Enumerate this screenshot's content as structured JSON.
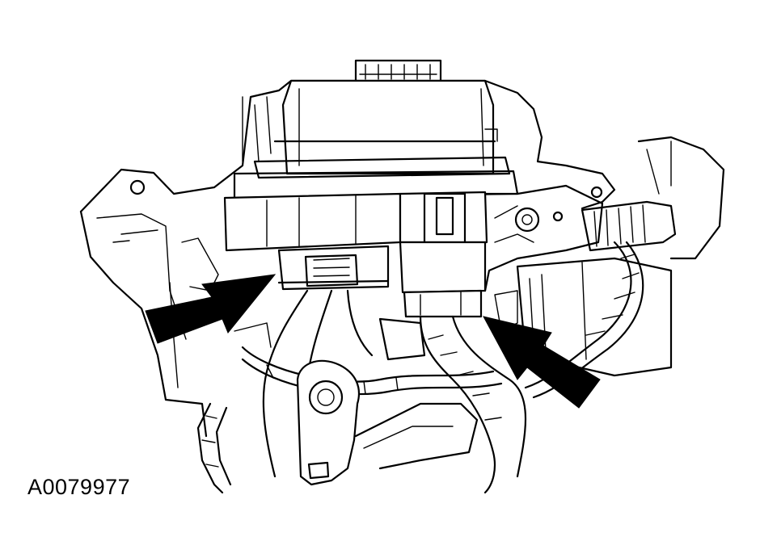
{
  "figure": {
    "id_label": "A0079977",
    "line_color": "#000000",
    "background": "#ffffff"
  },
  "callouts": [
    {
      "name": "left-connector-arrow",
      "points_to": "left-electrical-connector"
    },
    {
      "name": "right-connector-arrow",
      "points_to": "right-electrical-connector"
    }
  ]
}
